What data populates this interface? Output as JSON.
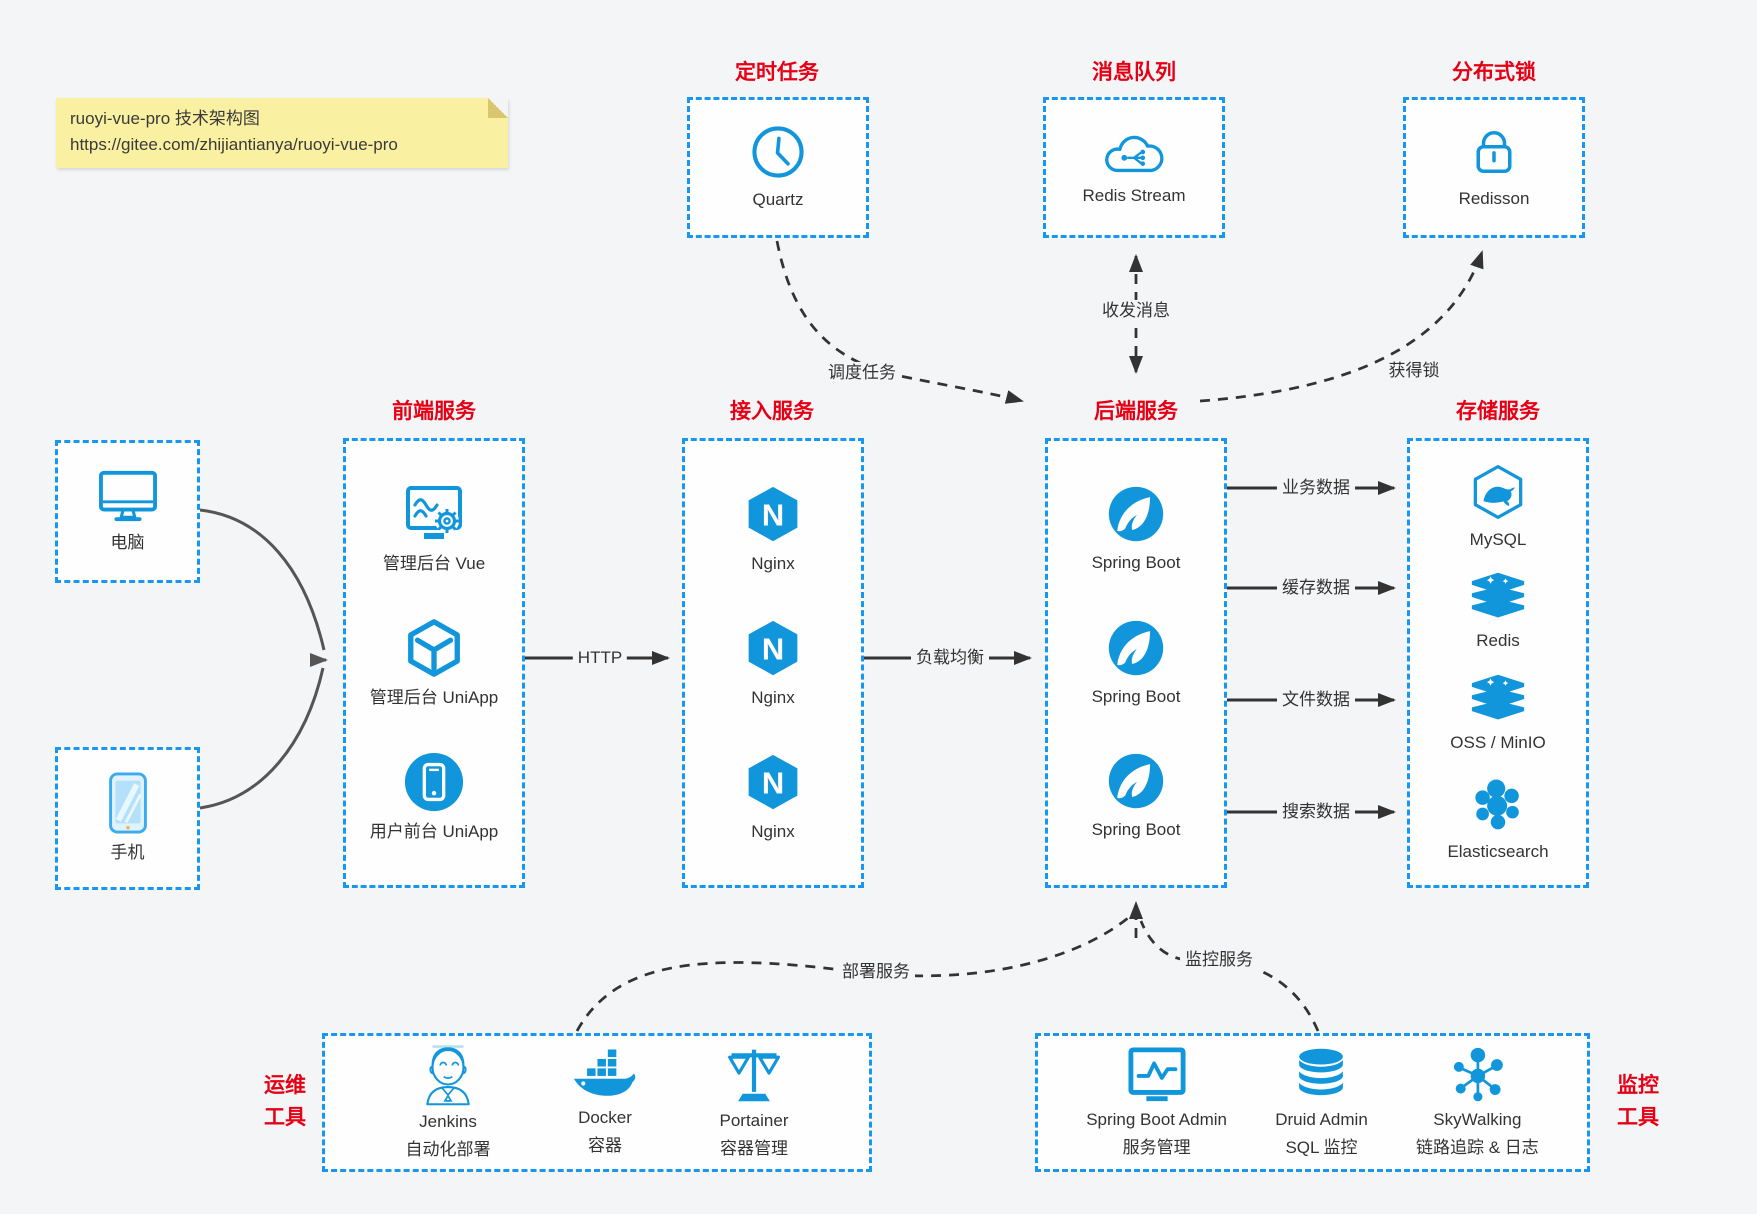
{
  "canvas": {
    "background": "#f4f5f6"
  },
  "colors": {
    "icon_blue": "#1296db",
    "dashed_border_blue": "#1797f2",
    "title_red": "#e60015",
    "arrow_dark": "#333333",
    "client_curve_gray": "#555555",
    "note_yellow": "#faf0a2"
  },
  "note": {
    "line1": "ruoyi-vue-pro 技术架构图",
    "line2": "https://gitee.com/zhijiantianya/ruoyi-vue-pro"
  },
  "top_groups": [
    {
      "title": "定时任务",
      "label": "Quartz",
      "icon": "clock-icon"
    },
    {
      "title": "消息队列",
      "label": "Redis Stream",
      "icon": "cloud-mq-icon"
    },
    {
      "title": "分布式锁",
      "label": "Redisson",
      "icon": "lock-icon"
    }
  ],
  "clients": [
    {
      "label": "电脑",
      "icon": "desktop-icon"
    },
    {
      "label": "手机",
      "icon": "phone-icon"
    }
  ],
  "columns": [
    {
      "title": "前端服务",
      "items": [
        {
          "label": "管理后台 Vue",
          "icon": "admin-screen-gear-icon"
        },
        {
          "label": "管理后台 UniApp",
          "icon": "cube-icon"
        },
        {
          "label": "用户前台 UniApp",
          "icon": "mobile-app-icon"
        }
      ]
    },
    {
      "title": "接入服务",
      "items": [
        {
          "label": "Nginx",
          "icon": "nginx-icon"
        },
        {
          "label": "Nginx",
          "icon": "nginx-icon"
        },
        {
          "label": "Nginx",
          "icon": "nginx-icon"
        }
      ]
    },
    {
      "title": "后端服务",
      "items": [
        {
          "label": "Spring Boot",
          "icon": "spring-leaf-icon"
        },
        {
          "label": "Spring Boot",
          "icon": "spring-leaf-icon"
        },
        {
          "label": "Spring Boot",
          "icon": "spring-leaf-icon"
        }
      ]
    },
    {
      "title": "存储服务",
      "items": [
        {
          "label": "MySQL",
          "icon": "mysql-dolphin-icon"
        },
        {
          "label": "Redis",
          "icon": "redis-stack-icon"
        },
        {
          "label": "OSS / MinIO",
          "icon": "oss-stack-icon"
        },
        {
          "label": "Elasticsearch",
          "icon": "elasticsearch-cluster-icon"
        }
      ]
    }
  ],
  "edges": {
    "http": "HTTP",
    "load_balance": "负载均衡",
    "schedule_job": "调度任务",
    "send_receive_msg": "收发消息",
    "acquire_lock": "获得锁",
    "business_data": "业务数据",
    "cache_data": "缓存数据",
    "file_data": "文件数据",
    "search_data": "搜索数据",
    "deploy_service": "部署服务",
    "monitor_service": "监控服务"
  },
  "bottom_groups": [
    {
      "side_label_line1": "运维",
      "side_label_line2": "工具",
      "items": [
        {
          "label": "Jenkins",
          "sublabel": "自动化部署",
          "icon": "jenkins-icon"
        },
        {
          "label": "Docker",
          "sublabel": "容器",
          "icon": "docker-whale-icon"
        },
        {
          "label": "Portainer",
          "sublabel": "容器管理",
          "icon": "portainer-scales-icon"
        }
      ]
    },
    {
      "side_label_line1": "监控",
      "side_label_line2": "工具",
      "items": [
        {
          "label": "Spring Boot Admin",
          "sublabel": "服务管理",
          "icon": "monitor-chart-icon"
        },
        {
          "label": "Druid Admin",
          "sublabel": "SQL 监控",
          "icon": "database-icon"
        },
        {
          "label": "SkyWalking",
          "sublabel": "链路追踪 & 日志",
          "icon": "topology-icon"
        }
      ]
    }
  ]
}
